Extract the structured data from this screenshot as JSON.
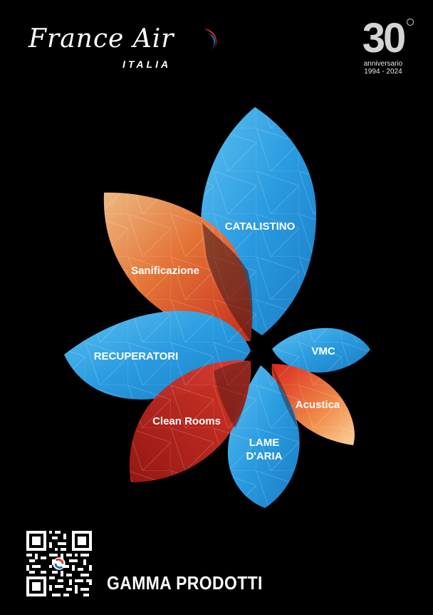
{
  "brand": {
    "name": "France Air",
    "subname": "ITALIA",
    "colors": {
      "red": "#e4322b",
      "blue": "#1c6fb5"
    }
  },
  "anniversary": {
    "number": "30",
    "label": "anniversario",
    "years": "1994 - 2024"
  },
  "petals": [
    {
      "label": "CATALISTINO",
      "color": "blue"
    },
    {
      "label": "Sanificazione",
      "color": "orange"
    },
    {
      "label": "RECUPERATORI",
      "color": "blue"
    },
    {
      "label": "VMC",
      "color": "blue"
    },
    {
      "label": "Acustica",
      "color": "orange"
    },
    {
      "label": "Clean Rooms",
      "color": "red"
    },
    {
      "label_line1": "LAME",
      "label_line2": "D'ARIA",
      "color": "blue"
    }
  ],
  "palette": {
    "blue": "#2a9be0",
    "blue_light": "#5cc0f0",
    "orange": "#f07a3a",
    "orange_light": "#f8b878",
    "red": "#c8221e",
    "red_dark": "#8f1512"
  },
  "footer": {
    "qr_icon": "qr-code-icon",
    "title": "GAMMA PRODOTTI"
  }
}
